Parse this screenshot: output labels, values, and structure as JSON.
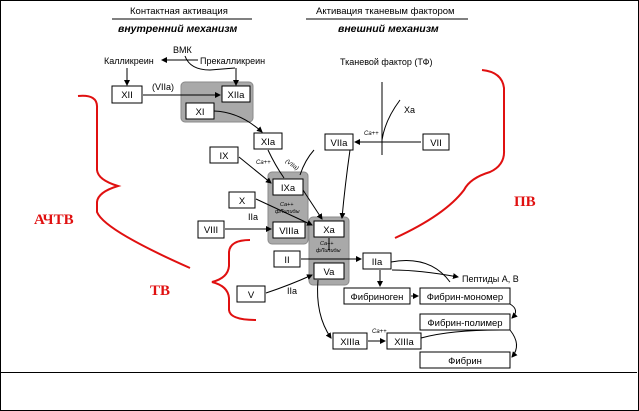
{
  "headers": {
    "contact": "Контактная активация",
    "intrinsic": "внутренний механизм",
    "tissue": "Активация тканевым фактором",
    "extrinsic": "внешний механизм"
  },
  "labels": {
    "vmk": "ВМК",
    "kallikrein": "Калликреин",
    "prekallikrein": "Прекалликреин",
    "tissue_factor": "Тканевой фактор (ТФ)",
    "xa_top": "Xa",
    "viia_label": "(VIIa)",
    "viia_italic": "(VIIa)",
    "ca1": "Ca++",
    "ca2": "Ca++",
    "ca3": "Ca++",
    "ca_phospho1": "Ca++",
    "phospho1": "фЛипиды",
    "ca_phospho2": "Ca++",
    "phospho2": "фЛипиды",
    "iia1": "IIa",
    "iia2": "IIa",
    "peptides": "Пептиды A, B"
  },
  "boxes": {
    "XII": "XII",
    "XIIa": "XIIa",
    "XI": "XI",
    "XIa": "XIa",
    "IX": "IX",
    "IXa": "IXa",
    "X_left": "X",
    "VIII": "VIII",
    "VIIIa": "VIIIa",
    "Xa": "Xa",
    "VIIa": "VIIa",
    "VII": "VII",
    "II": "II",
    "Va": "Va",
    "IIa": "IIa",
    "V": "V",
    "fibrinogen": "Фибриноген",
    "fibrin_monomer": "Фибрин-мономер",
    "fibrin_polymer": "Фибрин-полимер",
    "XIII": "XIIIa",
    "XIIIa": "XIIIa",
    "fibrin": "Фибрин"
  },
  "annotations": {
    "achtv": "АЧТВ",
    "pv": "ПВ",
    "tv": "ТВ"
  },
  "colors": {
    "bracket": "#e01010",
    "shade": "#a9a9a9"
  }
}
